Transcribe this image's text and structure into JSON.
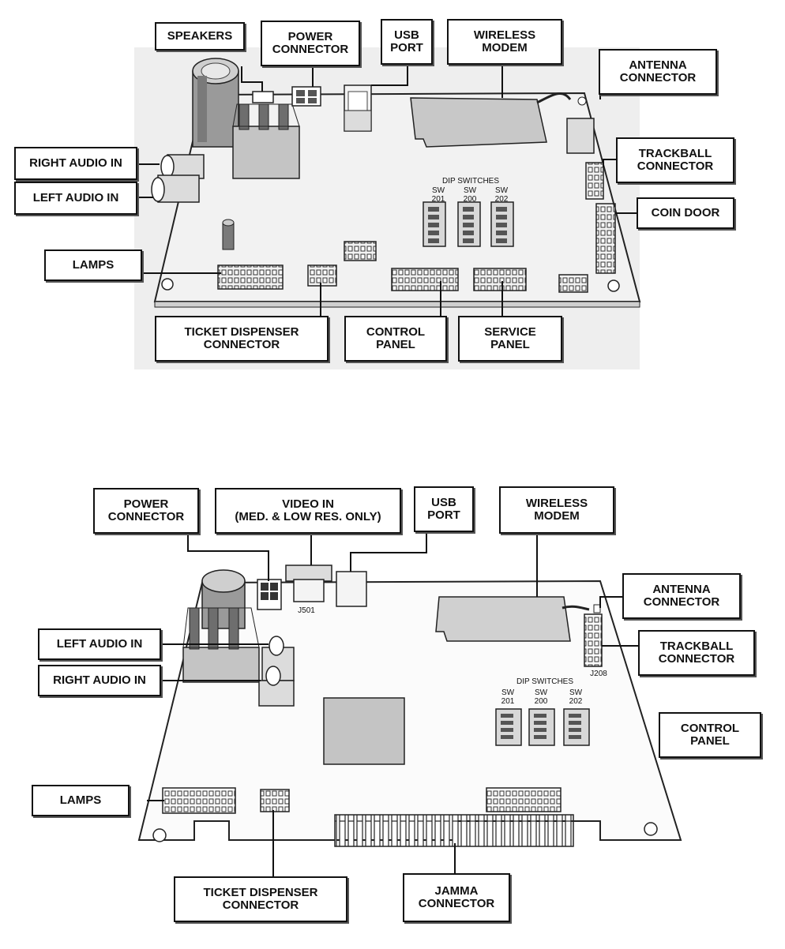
{
  "top_board": {
    "labels": {
      "speakers": "SPEAKERS",
      "power_connector": "POWER\nCONNECTOR",
      "usb_port": "USB\nPORT",
      "wireless_modem": "WIRELESS\nMODEM",
      "antenna_connector": "ANTENNA\nCONNECTOR",
      "trackball_connector": "TRACKBALL\nCONNECTOR",
      "coin_door": "COIN DOOR",
      "right_audio_in": "RIGHT AUDIO IN",
      "left_audio_in": "LEFT AUDIO IN",
      "lamps": "LAMPS",
      "ticket_dispenser_connector": "TICKET DISPENSER\nCONNECTOR",
      "control_panel": "CONTROL\nPANEL",
      "service_panel": "SERVICE\nPANEL"
    },
    "dip_title": "DIP  SWITCHES",
    "sw201": "SW\n201",
    "sw200": "SW\n200",
    "sw202": "SW\n202"
  },
  "bottom_board": {
    "labels": {
      "power_connector": "POWER\nCONNECTOR",
      "video_in": "VIDEO IN\n(MED. & LOW RES. ONLY)",
      "usb_port": "USB\nPORT",
      "wireless_modem": "WIRELESS\nMODEM",
      "antenna_connector": "ANTENNA\nCONNECTOR",
      "trackball_connector": "TRACKBALL\nCONNECTOR",
      "left_audio_in": "LEFT AUDIO IN",
      "right_audio_in": "RIGHT AUDIO IN",
      "control_panel": "CONTROL\nPANEL",
      "lamps": "LAMPS",
      "ticket_dispenser_connector": "TICKET DISPENSER\nCONNECTOR",
      "jamma_connector": "JAMMA\nCONNECTOR"
    },
    "j501": "J501",
    "j208": "J208",
    "dip_title": "DIP  SWITCHES",
    "sw201": "SW\n201",
    "sw200": "SW\n200",
    "sw202": "SW\n202"
  }
}
